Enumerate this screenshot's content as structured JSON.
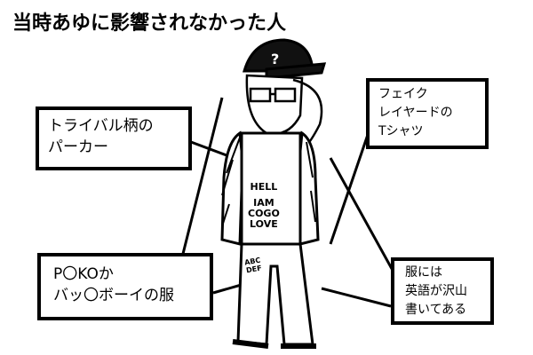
{
  "title": "当時あゆに影響されなかった人",
  "callouts": {
    "hoodie": [
      "トライバル柄の",
      "パーカー"
    ],
    "tshirt": [
      "フェイク",
      "レイヤードの",
      "Tシャツ"
    ],
    "brand": [
      "P〇KOか",
      "バッ〇ボーイの服"
    ],
    "english": [
      "服には",
      "英語が沢山",
      "書いてある"
    ]
  },
  "shirt_text": [
    "HELL",
    "IAM",
    "COGO",
    "LOVE"
  ],
  "pants_text": [
    "ABC",
    "DEF"
  ],
  "cap_mark": "?"
}
